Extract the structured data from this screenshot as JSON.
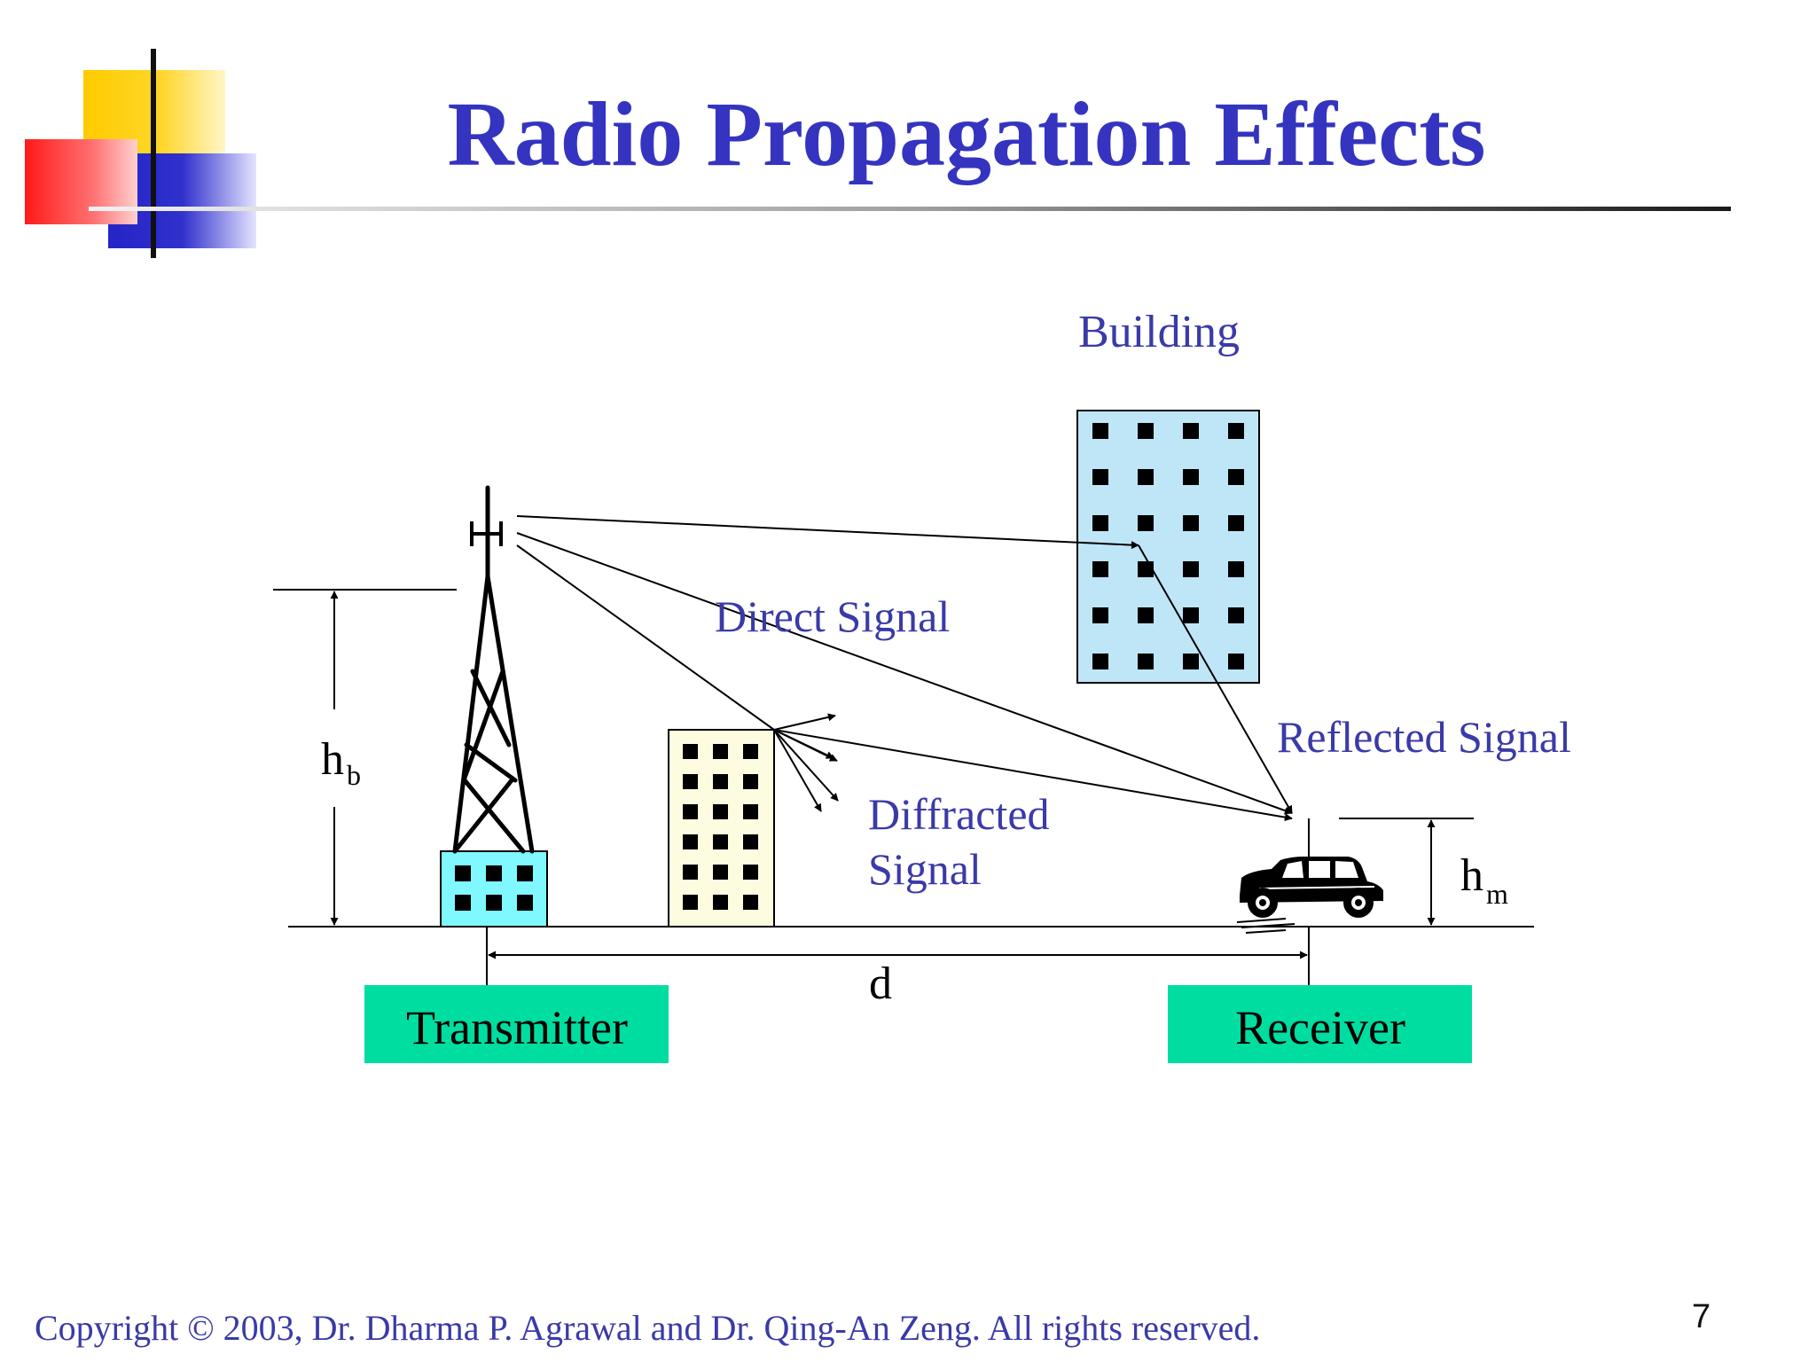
{
  "slide": {
    "title": "Radio Propagation Effects",
    "footer": "Copyright © 2003, Dr. Dharma P. Agrawal and Dr. Qing-An Zeng. All rights reserved.",
    "page_number": "7"
  },
  "diagram": {
    "labels": {
      "building": "Building",
      "direct_signal": "Direct Signal",
      "reflected_signal": "Reflected Signal",
      "diffracted_line1": "Diffracted",
      "diffracted_line2": "Signal",
      "hb_main": "h",
      "hb_sub": "b",
      "hm_main": "h",
      "hm_sub": "m",
      "distance": "d",
      "transmitter": "Transmitter",
      "receiver": "Receiver"
    },
    "colors": {
      "title": "#3434c0",
      "label": "#3a3aa8",
      "tall_building": "#bfe6f7",
      "small_building": "#fdfbe0",
      "tower_base": "#7ff8ff",
      "tag": "#00dda0"
    }
  }
}
